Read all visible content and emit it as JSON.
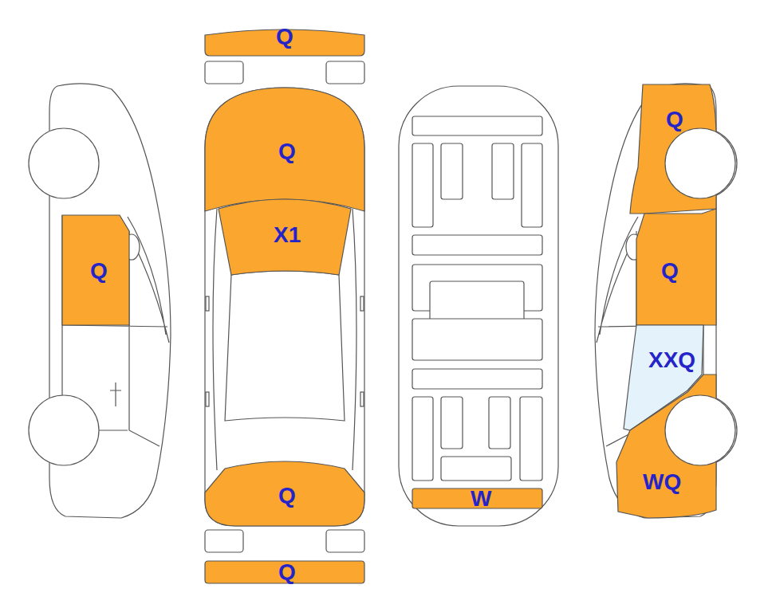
{
  "diagram": {
    "nodes": [
      {
        "text": [
          "Q"
        ]
      },
      {
        "text": [
          "Q"
        ]
      },
      {
        "text": [
          "X1"
        ]
      },
      {
        "text": [
          "Q"
        ]
      },
      {
        "text": [
          "Q"
        ]
      },
      {
        "text": [
          "Q"
        ]
      },
      {
        "text": [
          "XXQ"
        ]
      },
      {
        "text": [
          "WQ"
        ]
      },
      {
        "text": [
          "Q"
        ]
      },
      {
        "text": [
          "W"
        ]
      },
      {
        "text": [
          "Q"
        ]
      }
    ]
  }
}
